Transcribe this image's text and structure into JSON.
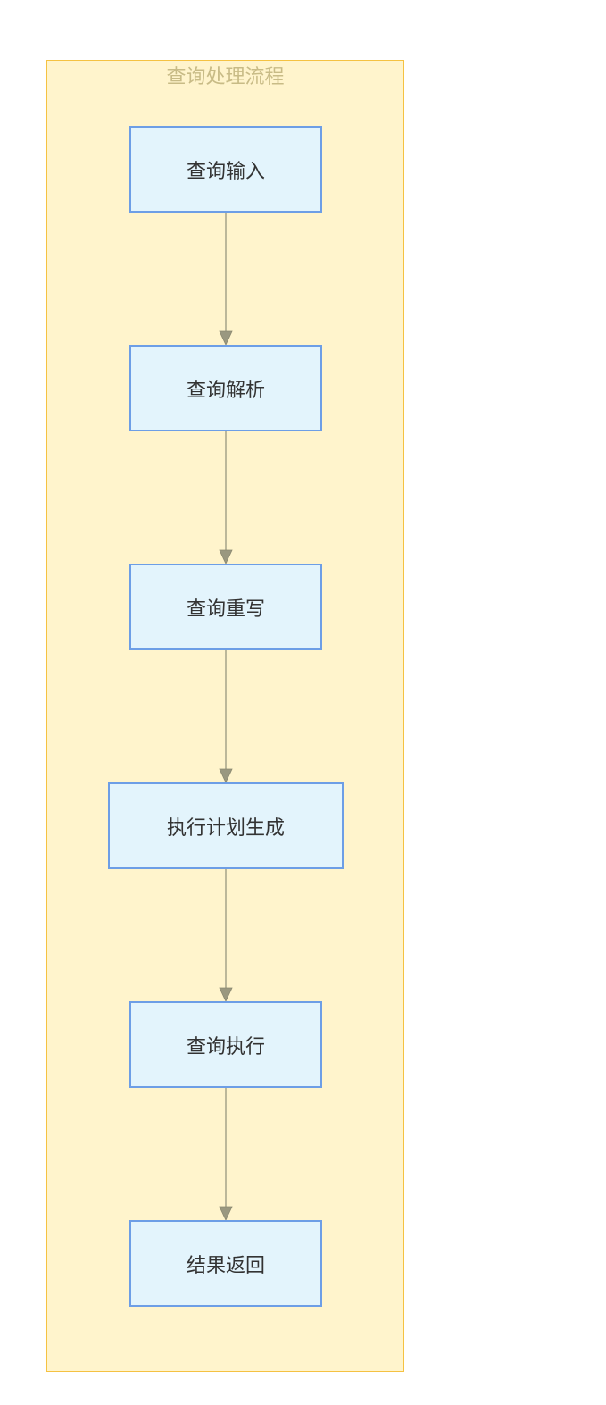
{
  "diagram": {
    "cluster_title": "查询处理流程",
    "colors": {
      "cluster_fill": "#fff4cc",
      "cluster_border": "#f5c242",
      "cluster_title": "#c8bb86",
      "node_fill": "#e3f4fc",
      "node_border": "#6d9ee6",
      "node_text": "#333333",
      "edge": "#8f8f7a",
      "arrowhead": "#9a9880"
    },
    "nodes": [
      {
        "id": "n1",
        "label": "查询输入"
      },
      {
        "id": "n2",
        "label": "查询解析"
      },
      {
        "id": "n3",
        "label": "查询重写"
      },
      {
        "id": "n4",
        "label": "执行计划生成"
      },
      {
        "id": "n5",
        "label": "查询执行"
      },
      {
        "id": "n6",
        "label": "结果返回"
      }
    ],
    "edges": [
      {
        "from": "n1",
        "to": "n2"
      },
      {
        "from": "n2",
        "to": "n3"
      },
      {
        "from": "n3",
        "to": "n4"
      },
      {
        "from": "n4",
        "to": "n5"
      },
      {
        "from": "n5",
        "to": "n6"
      }
    ]
  }
}
